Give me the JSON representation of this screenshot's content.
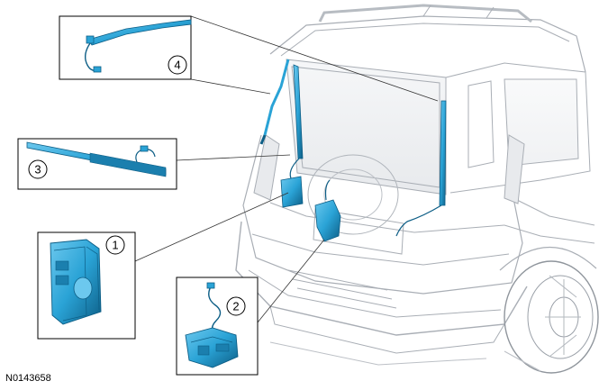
{
  "figure_id": "N0143658",
  "callouts": [
    {
      "number": "1"
    },
    {
      "number": "2"
    },
    {
      "number": "3"
    },
    {
      "number": "4"
    }
  ],
  "colors": {
    "part_blue": "#2aa3d6",
    "part_dark": "#0d5e86",
    "vehicle_ghost": "#c9ccd1",
    "vehicle_line": "#9aa0a8",
    "box_border": "#000000",
    "leader_line": "#333333"
  }
}
